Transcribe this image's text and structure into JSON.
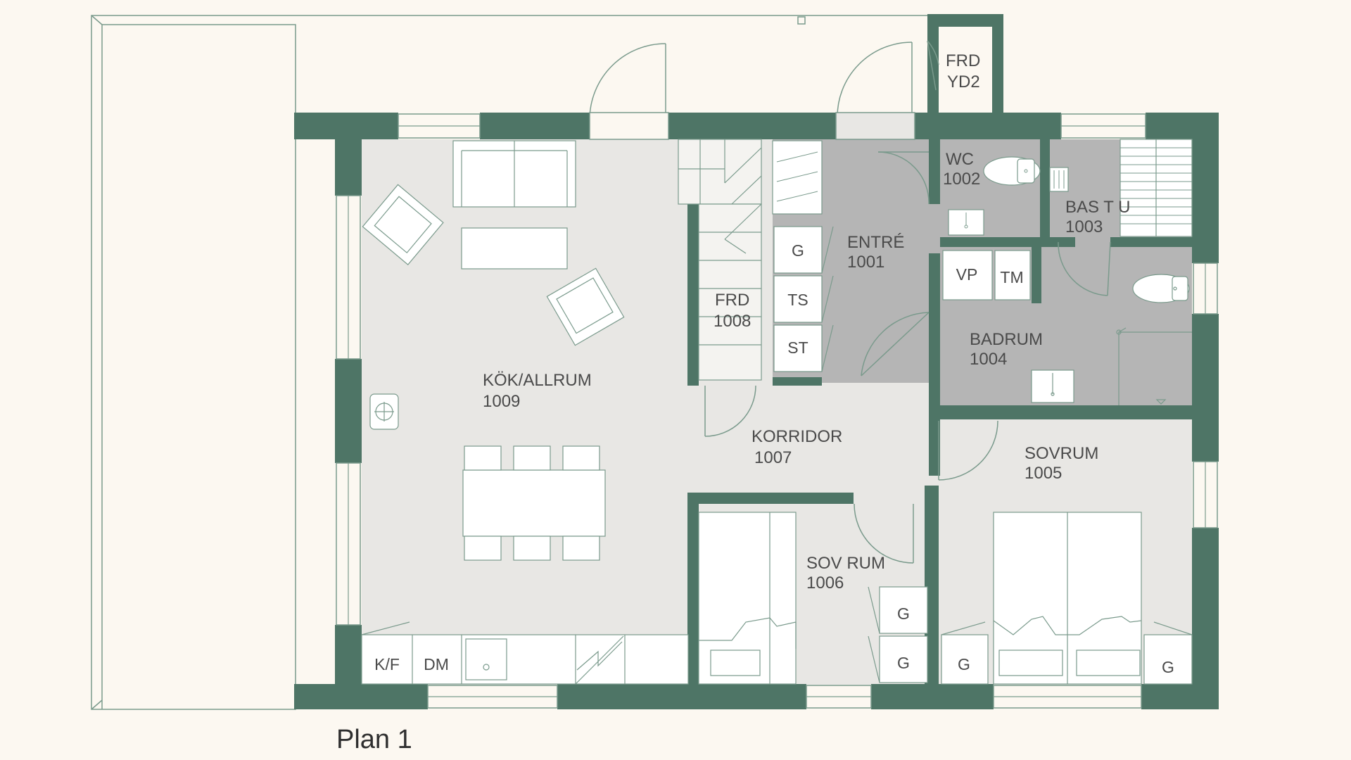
{
  "plan_title": "Plan 1",
  "colors": {
    "background": "#fcf8f1",
    "wall": "#4e7566",
    "floor_light": "#e8e7e4",
    "floor_dark": "#b5b5b5",
    "line": "#7a9a8c"
  },
  "rooms": [
    {
      "name": "KÖK/ALLRUM",
      "number": "1009"
    },
    {
      "name": "KORRIDOR",
      "number": "1007"
    },
    {
      "name": "FRD",
      "number": "1008"
    },
    {
      "name": "ENTRÉ",
      "number": "1001"
    },
    {
      "name": "WC",
      "number": "1002"
    },
    {
      "name": "BAS T U",
      "number": "1003"
    },
    {
      "name": "BADRUM",
      "number": "1004"
    },
    {
      "name": "SOVRUM",
      "number": "1005"
    },
    {
      "name": "SOV RUM",
      "number": "1006"
    },
    {
      "name": "FRD",
      "number": "YD2"
    }
  ],
  "fixtures": {
    "g": "G",
    "ts": "TS",
    "st": "ST",
    "vp": "VP",
    "tm": "TM",
    "kf": "K/F",
    "dm": "DM"
  }
}
